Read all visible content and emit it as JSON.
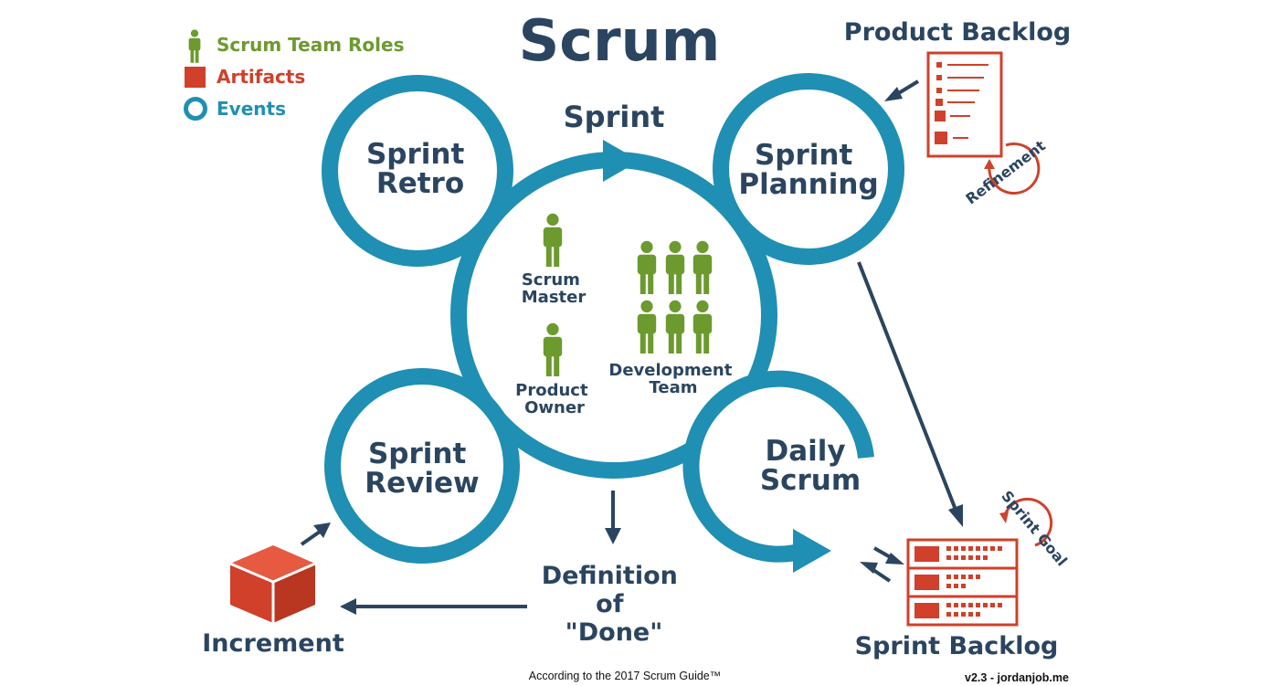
{
  "title": "Scrum",
  "legend": {
    "roles": "Scrum Team Roles",
    "artifacts": "Artifacts",
    "events": "Events"
  },
  "events": {
    "sprint": "Sprint",
    "retro": [
      "Sprint",
      "Retro"
    ],
    "planning": [
      "Sprint",
      "Planning"
    ],
    "review": [
      "Sprint",
      "Review"
    ],
    "daily": [
      "Daily",
      "Scrum"
    ]
  },
  "roles": {
    "scrum_master": [
      "Scrum",
      "Master"
    ],
    "product_owner": [
      "Product",
      "Owner"
    ],
    "dev_team": [
      "Development",
      "Team"
    ]
  },
  "artifacts": {
    "product_backlog": "Product Backlog",
    "sprint_backlog": "Sprint Backlog",
    "increment": "Increment",
    "refinement": "Refinement",
    "sprint_goal": "Sprint Goal"
  },
  "definition_of_done": [
    "Definition",
    "of",
    "\"Done\""
  ],
  "footer": {
    "guide": "According to the 2017 Scrum Guide™",
    "version": "v2.3 -  jordanjob.me"
  },
  "colors": {
    "event_blue": "#1f8fb3",
    "artifact_red": "#d0402a",
    "role_green": "#6c9a2e",
    "text_navy": "#2b4560"
  }
}
